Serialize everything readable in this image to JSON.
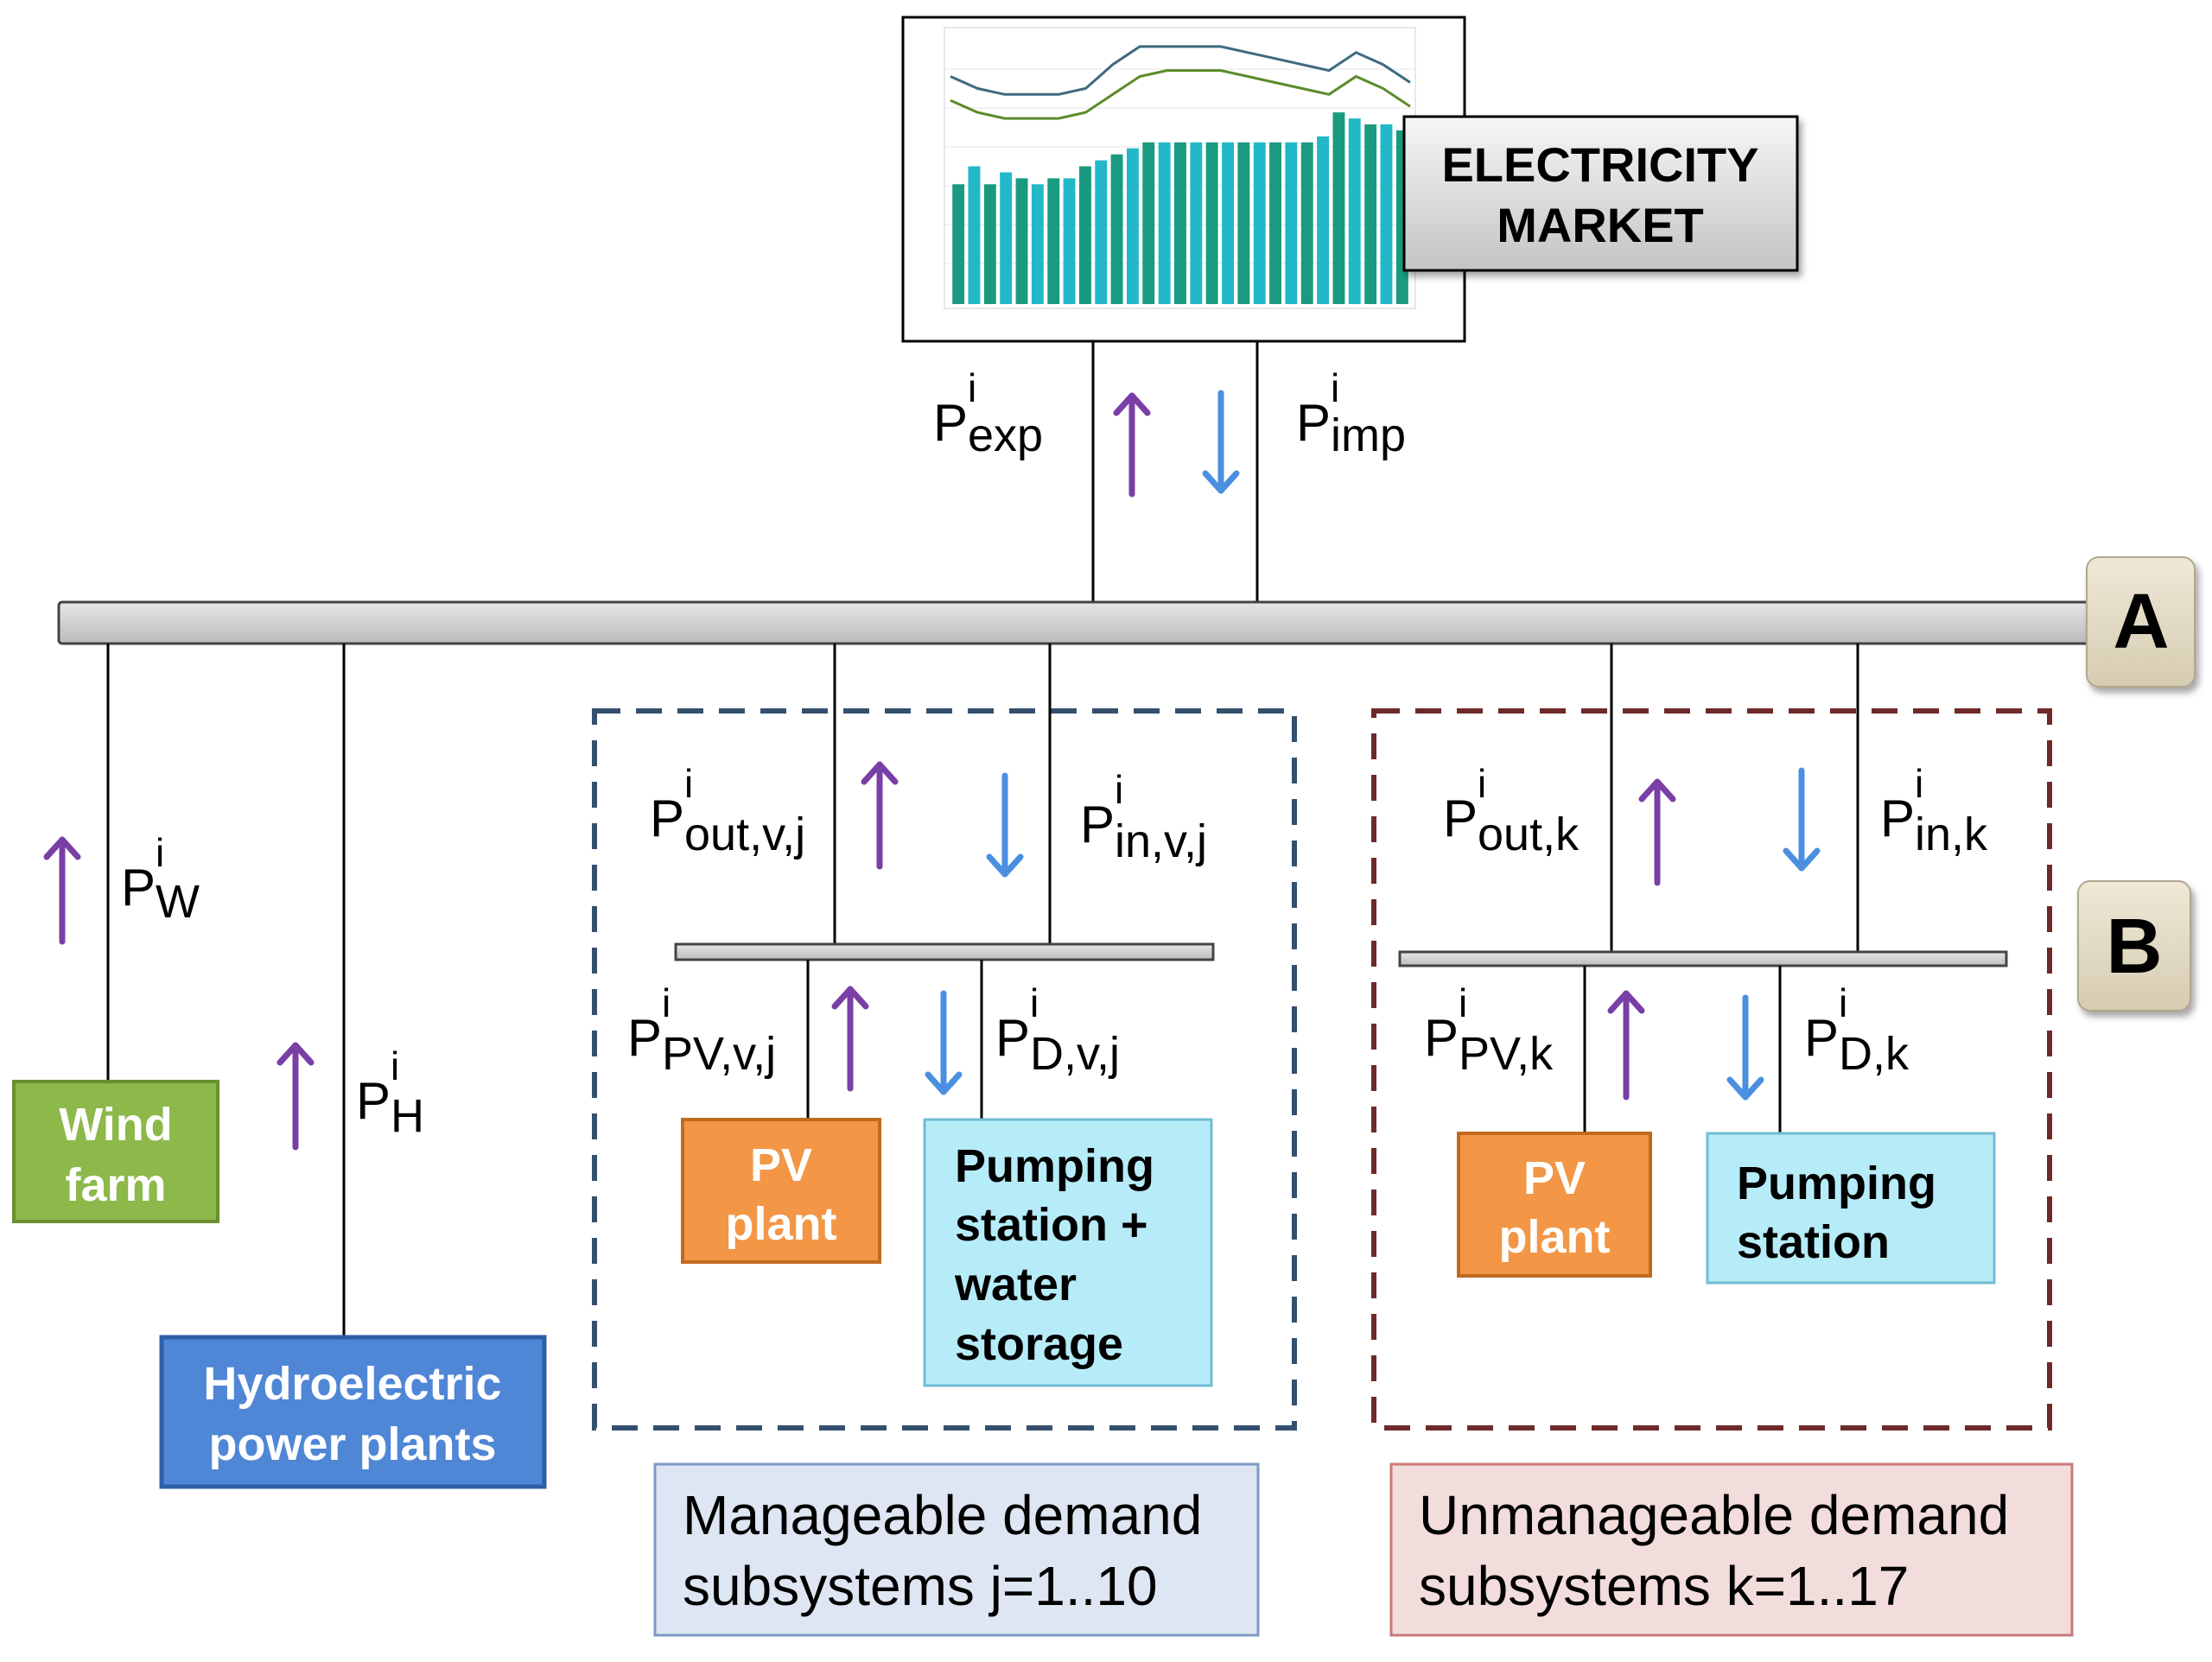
{
  "market": {
    "label_line1": "ELECTRICITY",
    "label_line2": "MARKET"
  },
  "buses": {
    "main": "A",
    "sub": "B"
  },
  "flows": {
    "export": {
      "base": "P",
      "sup": "i",
      "sub": "exp"
    },
    "import": {
      "base": "P",
      "sup": "i",
      "sub": "imp"
    },
    "wind": {
      "base": "P",
      "sup": "i",
      "sub": "W"
    },
    "hydro": {
      "base": "P",
      "sup": "i",
      "sub": "H"
    },
    "out_vj": {
      "base": "P",
      "sup": "i",
      "sub": "out,v,j"
    },
    "in_vj": {
      "base": "P",
      "sup": "i",
      "sub": "in,v,j"
    },
    "pv_vj": {
      "base": "P",
      "sup": "i",
      "sub": "PV,v,j"
    },
    "d_vj": {
      "base": "P",
      "sup": "i",
      "sub": "D,v,j"
    },
    "out_k": {
      "base": "P",
      "sup": "i",
      "sub": "out,k"
    },
    "in_k": {
      "base": "P",
      "sup": "i",
      "sub": "in,k"
    },
    "pv_k": {
      "base": "P",
      "sup": "i",
      "sub": "PV,k"
    },
    "d_k": {
      "base": "P",
      "sup": "i",
      "sub": "D,k"
    }
  },
  "blocks": {
    "wind_farm": {
      "line1": "Wind",
      "line2": "farm"
    },
    "hydro": {
      "line1": "Hydroelectric",
      "line2": "power plants"
    },
    "pv_manageable": {
      "line1": "PV",
      "line2": "plant"
    },
    "pumping_storage": {
      "line1": "Pumping",
      "line2": "station +",
      "line3": "water",
      "line4": "storage"
    },
    "pv_unmanageable": {
      "line1": "PV",
      "line2": "plant"
    },
    "pumping_station": {
      "line1": "Pumping",
      "line2": "station"
    }
  },
  "legend": {
    "manageable": {
      "line1": "Manageable demand",
      "line2": "subsystems j=1..10"
    },
    "unmanageable": {
      "line1": "Unmanageable demand",
      "line2": "subsystems k=1..17"
    }
  },
  "colors": {
    "up_arrow": "#7a3fa6",
    "down_arrow": "#4a8fe0",
    "wind": "#8db84a",
    "hydro": "#4f86d6",
    "pv": "#f39645",
    "pumping": "#b6ecf8",
    "manageable_border": "#34506e",
    "unmanageable_border": "#6e2a2a",
    "legend_manageable_bg": "#dde6f2",
    "legend_unmanageable_bg": "#f2dcdc"
  },
  "inset_chart": {
    "type": "bar",
    "bars": [
      20,
      23,
      20,
      22,
      21,
      20,
      21,
      21,
      23,
      24,
      25,
      26,
      27,
      27,
      27,
      27,
      27,
      27,
      27,
      27,
      27,
      27,
      27,
      28,
      32,
      31,
      30,
      30,
      29
    ],
    "line_upper": [
      38,
      36,
      35,
      35,
      35,
      36,
      40,
      43,
      43,
      43,
      43,
      42,
      41,
      40,
      39,
      42,
      40,
      37
    ],
    "line_lower": [
      34,
      32,
      31,
      31,
      31,
      32,
      35,
      38,
      39,
      39,
      39,
      38,
      37,
      36,
      35,
      38,
      36,
      33
    ]
  }
}
